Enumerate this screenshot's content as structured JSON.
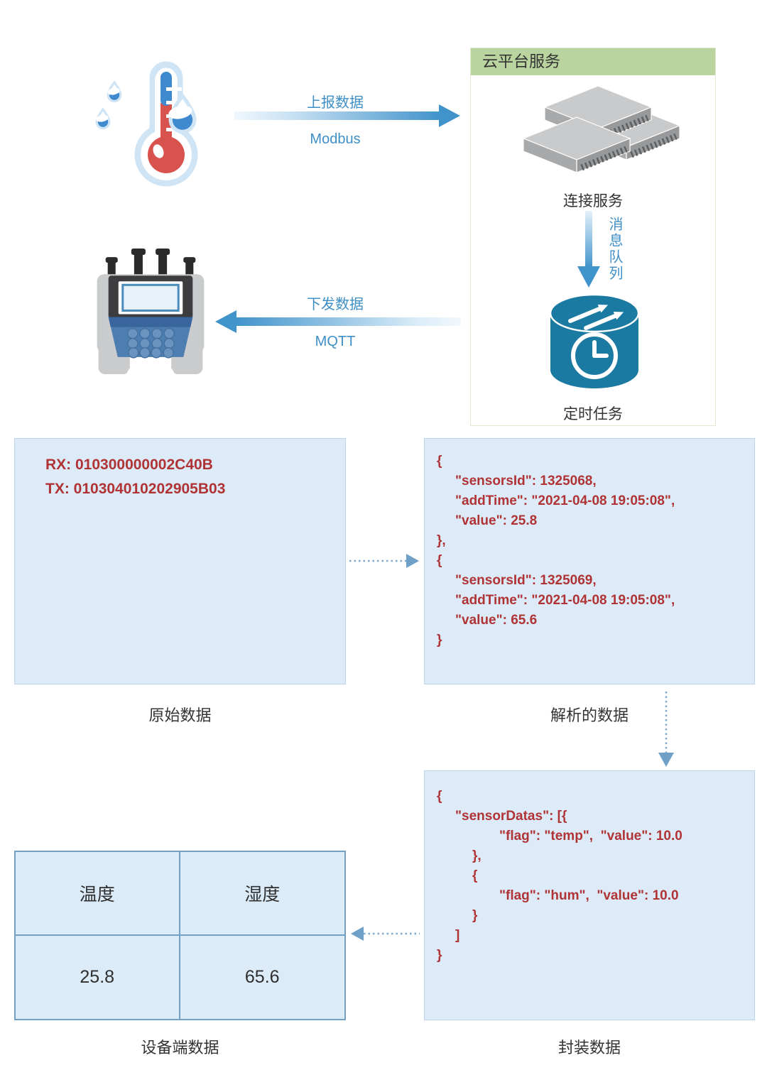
{
  "colors": {
    "accent_blue": "#3f8fc6",
    "arrow_blue": "#4193cb",
    "code_red": "#b03336",
    "panel_fill": "#dcebf7",
    "panel_border": "#b9d4ea",
    "table_border": "#74a0c4",
    "header_green": "#b9d49f",
    "cylinder_teal": "#1b7aa1"
  },
  "top": {
    "report_arrow": {
      "label_top": "上报数据",
      "label_bottom": "Modbus"
    },
    "downlink_arrow": {
      "label_top": "下发数据",
      "label_bottom": "MQTT"
    },
    "cloud_box": {
      "title": "云平台服务",
      "connect_service_label": "连接服务",
      "queue_label": "消息队列",
      "timer_label": "定时任务"
    }
  },
  "raw_box": {
    "caption": "原始数据",
    "lines": [
      "RX: 010300000002C40B",
      "TX: 010304010202905B03"
    ]
  },
  "parsed_box": {
    "caption": "解析的数据",
    "lines": [
      "{",
      "\"sensorsId\": 1325068,",
      "\"addTime\": \"2021-04-08 19:05:08\",",
      "\"value\": 25.8",
      "},",
      "{",
      "\"sensorsId\": 1325069,",
      "\"addTime\": \"2021-04-08 19:05:08\",",
      "\"value\": 65.6",
      "}"
    ]
  },
  "packaged_box": {
    "caption": "封装数据",
    "lines": [
      "{",
      "\"sensorDatas\": [{",
      "\"flag\": \"temp\",  \"value\": 10.0",
      "},",
      "{",
      "\"flag\": \"hum\",  \"value\": 10.0",
      "}",
      "]",
      "}"
    ]
  },
  "device_table": {
    "caption": "设备端数据",
    "headers": [
      "温度",
      "湿度"
    ],
    "values": [
      "25.8",
      "65.6"
    ]
  }
}
